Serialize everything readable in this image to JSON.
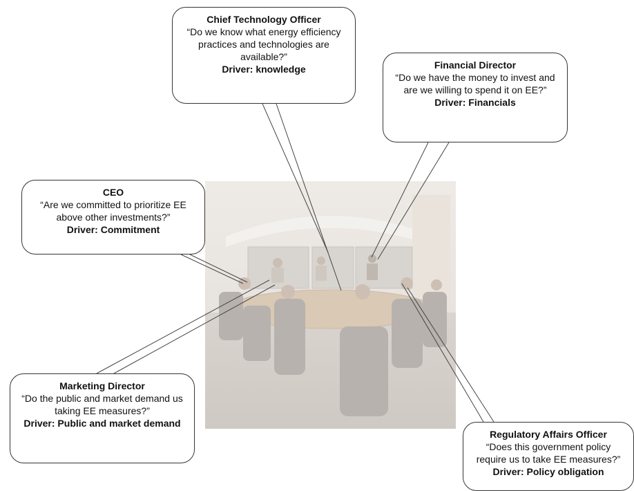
{
  "callouts": {
    "cto": {
      "role": "Chief Technology Officer",
      "quote": "“Do we know what energy efficiency practices and technologies are available?”",
      "driver": "Driver: knowledge"
    },
    "financial": {
      "role": "Financial Director",
      "quote": "“Do we have the money to invest and are we willing to spend it on EE?”",
      "driver": "Driver: Financials"
    },
    "ceo": {
      "role": "CEO",
      "quote": "“Are we committed to prioritize EE above other investments?”",
      "driver": "Driver: Commitment"
    },
    "marketing": {
      "role": "Marketing Director",
      "quote": "“Do the public and market demand us taking EE measures?”",
      "driver": "Driver: Public and market demand"
    },
    "regulatory": {
      "role": "Regulatory Affairs Officer",
      "quote": "“Does this government policy require us to take EE measures?”",
      "driver": "Driver: Policy obligation"
    }
  },
  "colors": {
    "border": "#333333",
    "background": "#ffffff",
    "photo_tone": "#e8e4df"
  },
  "image": {
    "subject": "conference-room-photo"
  }
}
